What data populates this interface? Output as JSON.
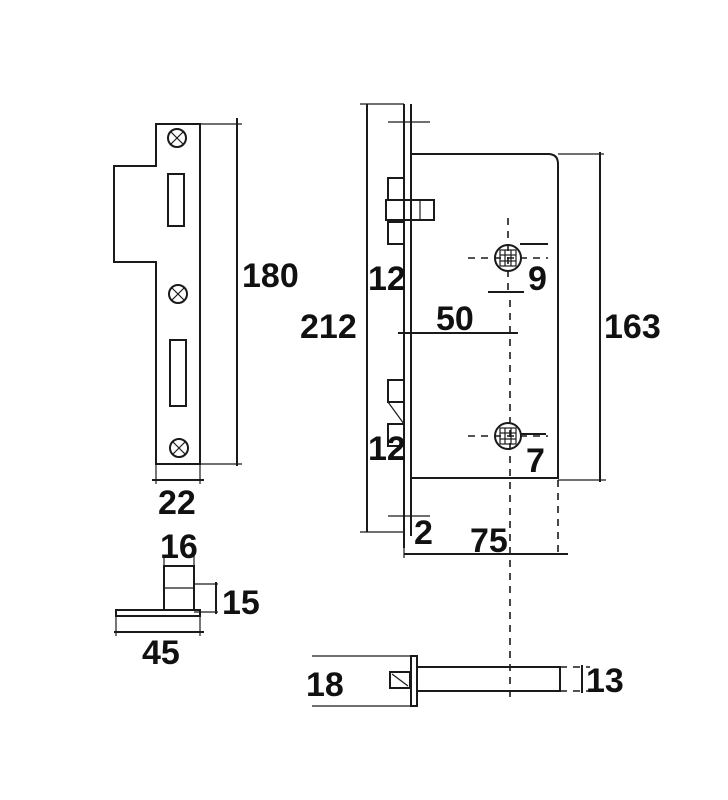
{
  "diagram": {
    "dimensions": {
      "strike_height": "180",
      "strike_width": "22",
      "keeper_width": "16",
      "keeper_height": "15",
      "keeper_base": "45",
      "lock_overall_height": "212",
      "upper_bolt": "12",
      "lower_bolt": "12",
      "upper_hole": "9",
      "lower_hole": "7",
      "center_distance": "50",
      "case_height": "163",
      "faceplate_thickness": "2",
      "backset": "75",
      "spindle_length": "18",
      "spindle_size": "13"
    }
  }
}
